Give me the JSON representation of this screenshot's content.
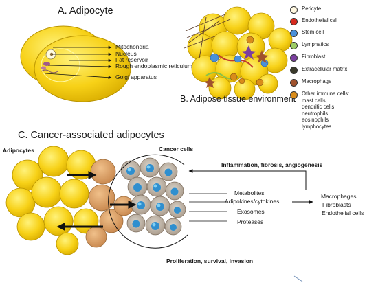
{
  "panel_a": {
    "title": "A. Adipocyte",
    "labels": [
      "Mitochondria",
      "Nucleus",
      "Fat reservoir",
      "Rough endoplasmic reticulum",
      "Golgi apparatus"
    ]
  },
  "panel_b": {
    "title": "B. Adipose tissue environment",
    "legend": [
      {
        "label": "Pericyte",
        "color": "#fff8e0"
      },
      {
        "label": "Endothelial cell",
        "color": "#d62a1f"
      },
      {
        "label": "Stem cell",
        "color": "#4a90d9"
      },
      {
        "label": "Lymphatics",
        "color": "#9ccc65"
      },
      {
        "label": "Fibroblast",
        "color": "#7b3fa0"
      },
      {
        "label": "Extracellular matrix",
        "color": "#3a3a2a"
      },
      {
        "label": "Macrophage",
        "color": "#a0522d"
      },
      {
        "label": "Other immune cells:",
        "color": "#d98c1a",
        "sub": [
          "mast cells,",
          "dendritic cells",
          "neutrophils",
          "eosinophils",
          "lymphocytes"
        ]
      }
    ]
  },
  "panel_c": {
    "title": "C. Cancer-associated adipocytes",
    "adipocytes_label": "Adipocytes",
    "cancer_label": "Cancer cells",
    "top_arrow_label": "Inflammation, fibrosis, angiogenesis",
    "factors": [
      "Metabolites",
      "Adipokines/cytokines",
      "Exosomes",
      "Proteases"
    ],
    "stromal_cells": [
      "Macrophages",
      "Fibroblasts",
      "Endothelial cells"
    ],
    "bottom_label": "Proliferation, survival, invasion"
  },
  "colors": {
    "adipocyte_yellow": "#f7d117",
    "adipocyte_outline": "#c9a400",
    "cancer_assoc_tan": "#d9a066",
    "cancer_cell_blue": "#3aa0d8"
  }
}
